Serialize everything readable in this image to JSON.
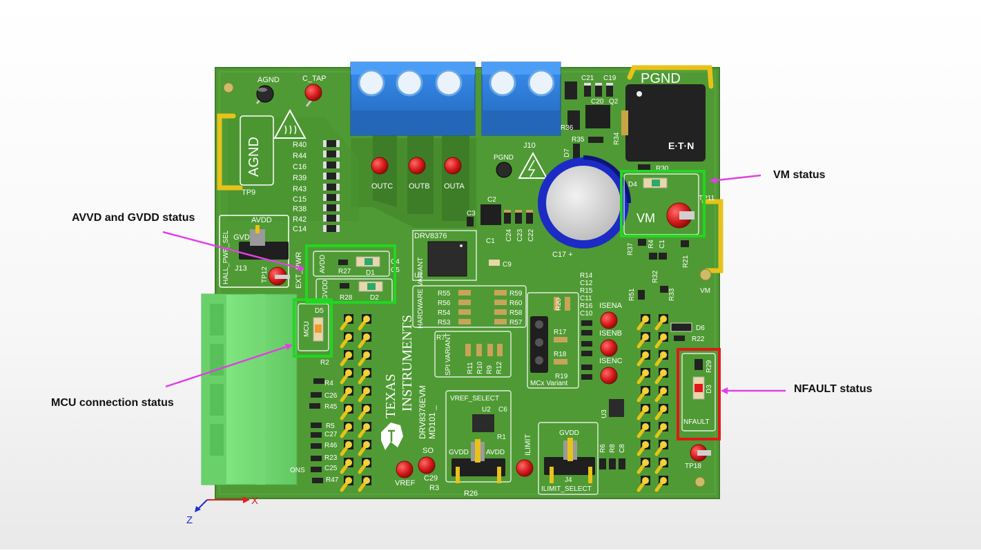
{
  "colors": {
    "board": "#4f9a34",
    "silkscreen": "#ffffff",
    "terminal_blue": "#2f7fd6",
    "connector_green": "#7ee07e",
    "highlight_green": "#22d622",
    "highlight_red": "#e01818",
    "arrow_magenta": "#e23ee6",
    "testpoint_red": "#d61a1a",
    "header_yellow": "#e8c21a",
    "capacitor_blue": "#1c2bc4",
    "led_green": "#2fa86a",
    "led_orange": "#f19a2c",
    "axis_red": "#e02020",
    "axis_blue": "#1b2fd0"
  },
  "callouts": {
    "vm": "VM status",
    "avvd_gvdd": "AVVD and GVDD status",
    "mcu": "MCU connection status",
    "nfault": "NFAULT status"
  },
  "board": {
    "warning_icon": "hot-surface-icon",
    "hv_icon": "high-voltage-icon",
    "ti_logo_icon": "texas-instruments-logo-icon",
    "brand_line1": "TEXAS",
    "brand_line2": "INSTRUMENTS",
    "eaton_text": "E·T·N",
    "testpoints": {
      "agnd": "AGND",
      "c_tap": "C_TAP",
      "outc": "OUTC",
      "outb": "OUTB",
      "outa": "OUTA",
      "pgnd": "PGND",
      "isena": "ISENA",
      "isenb": "ISENB",
      "isenc": "ISENC",
      "vref": "VREF",
      "so": "SO",
      "ilimit": "ILIMIT",
      "vm": "VM",
      "tp18": "TP18",
      "tp9": "TP9"
    },
    "silk": {
      "agnd_big": "AGND",
      "pgnd_big": "PGND",
      "j10": "J10",
      "r40": "R40",
      "r44": "R44",
      "c16": "C16",
      "r39": "R39",
      "r43": "R43",
      "c15": "C15",
      "r38": "R38",
      "r42": "R42",
      "c14": "C14",
      "avdd_hdr": "AVDD",
      "gvdd_hdr": "GVD_",
      "hall_pwr_sel": "HALL_PWR_SEL",
      "j13": "J13",
      "ext_pwr": "EXT_PWR",
      "tp12": "TP12",
      "avdd_led": "AVDD",
      "gvdd_led": "GVDD",
      "r27": "R27",
      "d1": "D1",
      "r28": "R28",
      "d2": "D2",
      "d5": "D5",
      "mcu": "MCU",
      "r2": "R2",
      "r4": "R4",
      "c26": "C26",
      "r45": "R45",
      "r5": "R5",
      "c27": "C27",
      "r46": "R46",
      "r23": "R23",
      "c25": "C25",
      "r47": "R47",
      "ons": "ONS",
      "drv": "DRV8376",
      "u1": "U1",
      "c3": "C3",
      "c2": "C2",
      "c1": "C1",
      "c9": "C9",
      "c24": "C24",
      "c23": "C23",
      "c22": "C22",
      "c17": "C17 +",
      "c21": "C21",
      "c19": "C19",
      "c20": "C20",
      "q2": "Q2",
      "r36": "R36",
      "r35": "R35",
      "r34": "R34",
      "d7": "D7",
      "r30": "R30",
      "d4": "D4",
      "vm_big": "VM",
      "r37": "R37",
      "r4x": "R4",
      "c13": "C1",
      "r21": "R21",
      "r32": "R32",
      "r33": "R33",
      "r51": "R51",
      "tp11": "TP11",
      "hardware_variant": "HARDWARE VARIANT",
      "r55": "R55",
      "r56": "R56",
      "r54": "R54",
      "r53": "R53",
      "r59": "R59",
      "r60": "R60",
      "r58": "R58",
      "r57": "R57",
      "spi_variant": "SPI VARIANT",
      "r7": "R7",
      "r11": "R11",
      "r10": "R10",
      "r9": "R9",
      "r12": "R12",
      "r14": "R14",
      "c12": "C12",
      "r15": "R15",
      "c11": "C11",
      "r16": "R16",
      "c10": "C10",
      "r20": "R20",
      "r17": "R17",
      "r18": "R18",
      "r19": "R19",
      "mcx_variant": "MCx Variant",
      "d6": "D6",
      "r22": "R22",
      "r29": "R29",
      "d3": "D3",
      "nfault": "NFAULT",
      "u3": "U3",
      "evm_line1": "DRV8376EVM",
      "evm_line2": "MD101 _",
      "vref_select": "VREF_SELECT",
      "u2": "U2",
      "c6": "C6",
      "r1": "R1",
      "gvdd_l": "GVDD",
      "avdd_r": "AVDD",
      "ilimit_gvdd": "GVDD",
      "r6": "R6",
      "r8": "R8",
      "c8": "C8",
      "j4": "J4",
      "ilimit_select": "ILIMIT_SELECT",
      "r3": "R3",
      "r26": "R26",
      "c29": "C29",
      "c4": "C4",
      "c5": "C5"
    }
  },
  "axes": {
    "x": "X",
    "z": "Z"
  }
}
